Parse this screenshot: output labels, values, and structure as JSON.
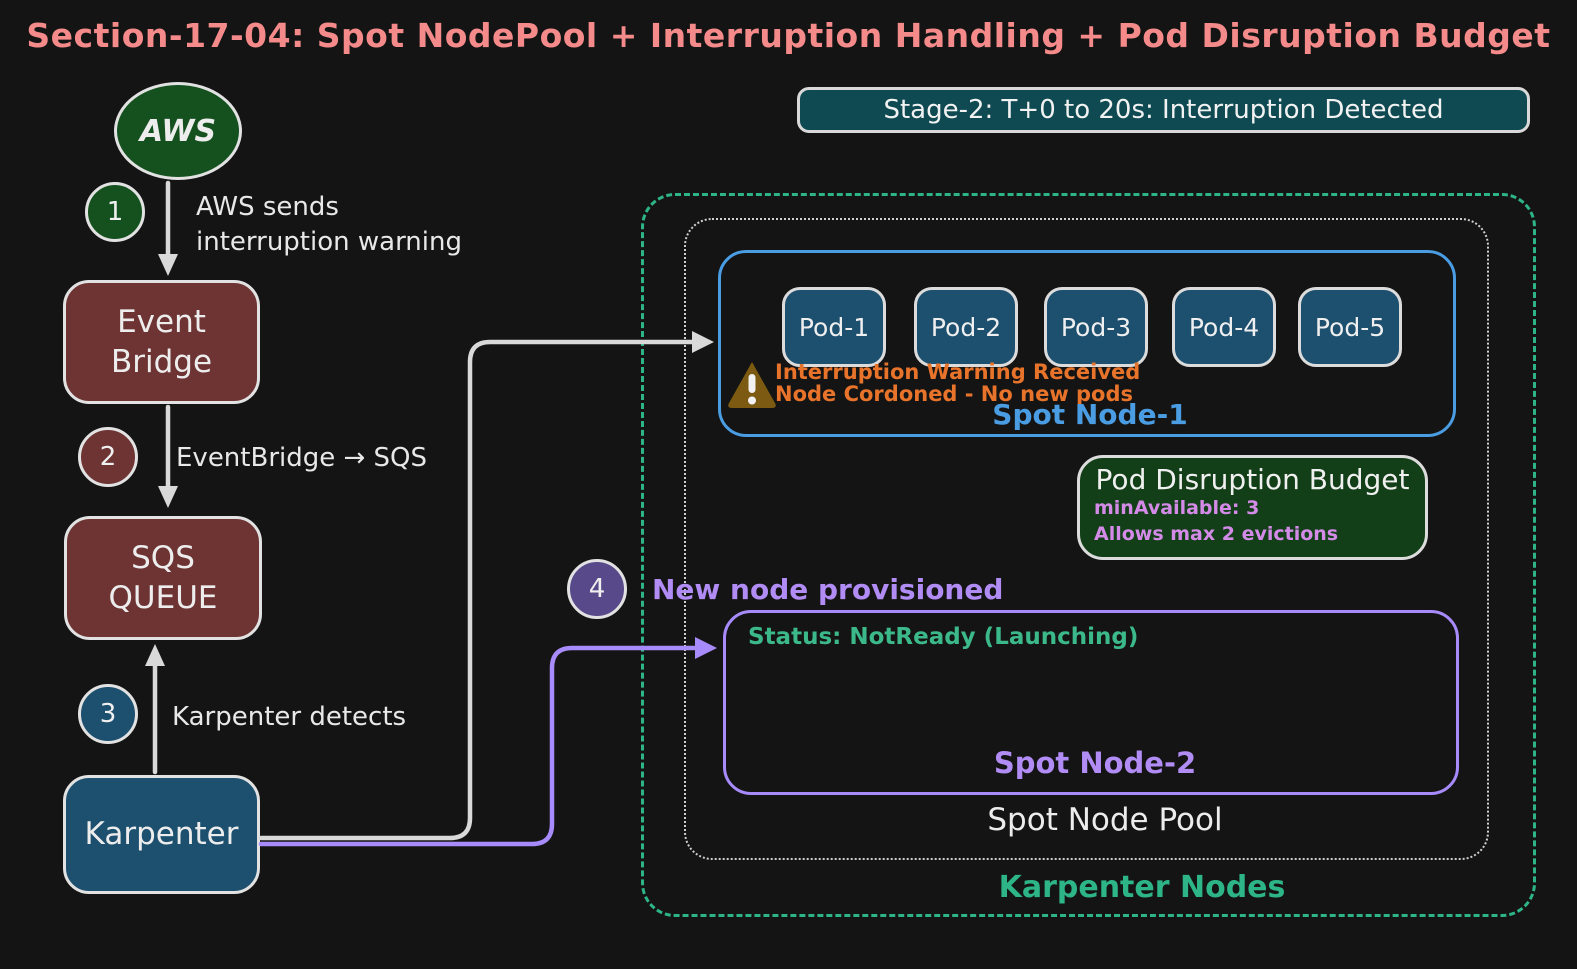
{
  "title": "Section-17-04: Spot NodePool + Interruption Handling + Pod Disruption Budget",
  "stage_banner": "Stage-2: T+0 to 20s: Interruption Detected",
  "left_flow": {
    "aws_label": "AWS",
    "event_bridge_label": "Event\nBridge",
    "sqs_label": "SQS\nQUEUE",
    "karpenter_label": "Karpenter"
  },
  "steps": [
    {
      "num": "1",
      "label": "AWS sends\ninterruption warning"
    },
    {
      "num": "2",
      "label": "EventBridge → SQS"
    },
    {
      "num": "3",
      "label": "Karpenter detects"
    },
    {
      "num": "4",
      "label": "New node provisioned"
    }
  ],
  "cluster": {
    "group_label": "Karpenter Nodes",
    "pool_label": "Spot Node Pool",
    "node1": {
      "label": "Spot Node-1",
      "pods": [
        "Pod-1",
        "Pod-2",
        "Pod-3",
        "Pod-4",
        "Pod-5"
      ],
      "warning_line1": "Interruption Warning Received",
      "warning_line2": "Node Cordoned - No new pods"
    },
    "pdb": {
      "title": "Pod Disruption Budget",
      "line1": "minAvailable: 3",
      "line2": "Allows max 2 evictions"
    },
    "node2": {
      "label": "Spot Node-2",
      "status": "Status: NotReady (Launching)"
    }
  },
  "colors": {
    "background": "#141414",
    "title_text": "#f58a8a",
    "banner_fill": "#0f4a52",
    "aws_green": "#14511f",
    "maroon": "#6e3434",
    "karpenter_blue": "#1d4f6e",
    "step4_purple": "#584a8a",
    "node1_border": "#4a9de2",
    "node2_border": "#a78bfa",
    "pool_border": "#cfcfcf",
    "group_border": "#2db588",
    "warning_text": "#e8732a",
    "warning_icon_fill": "#7d5a12",
    "pdb_fill": "#123f18",
    "pdb_detail_text": "#d48be8",
    "status_text": "#3cb98a",
    "purple_label_text": "#b18cf5",
    "arrow_white": "#d9d9d9",
    "arrow_purple": "#a78bfa"
  }
}
